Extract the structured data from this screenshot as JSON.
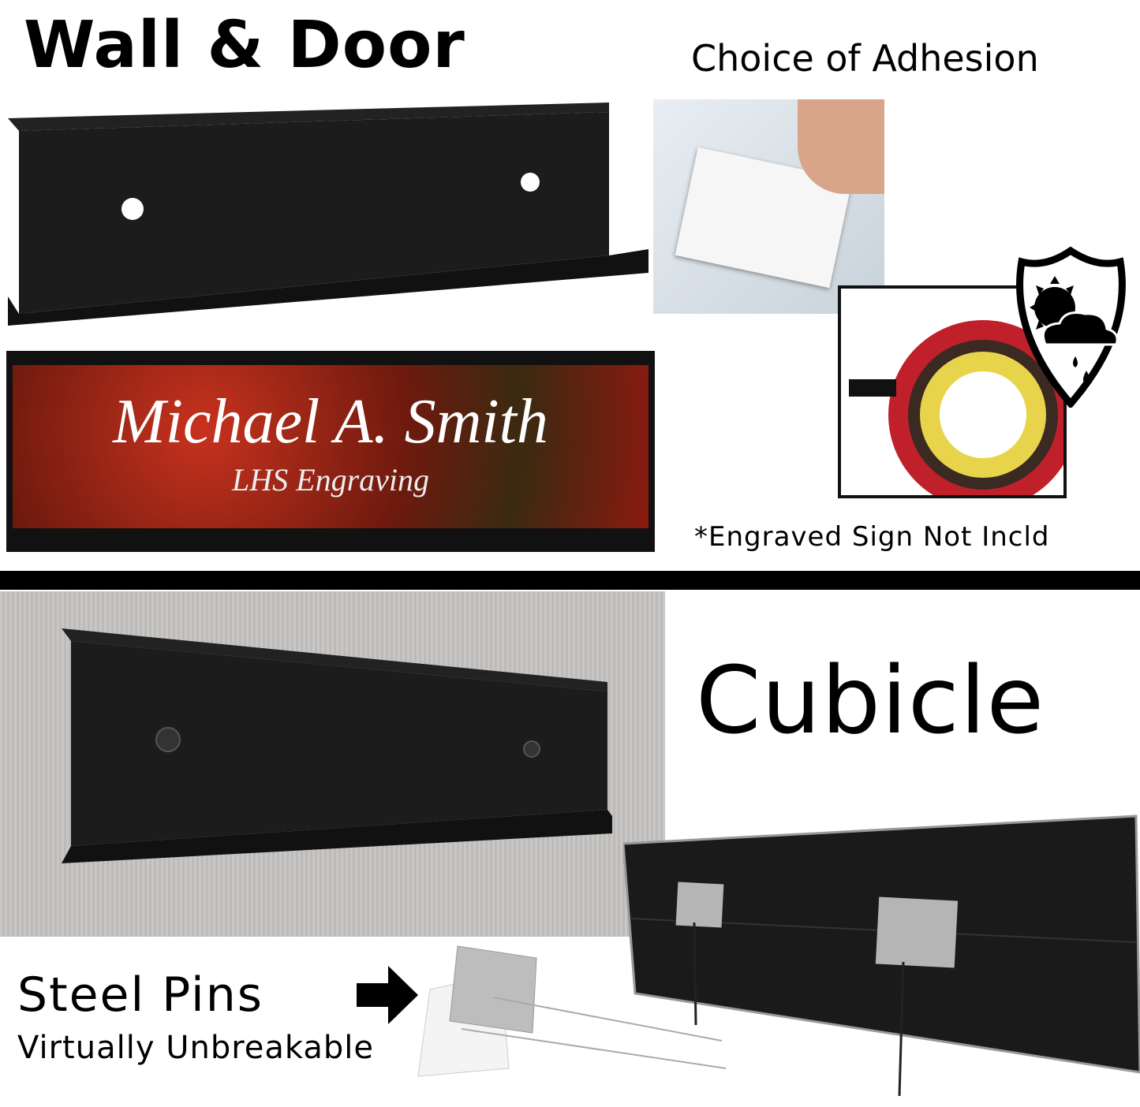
{
  "top_section": {
    "title": "Wall & Door",
    "adhesion_label": "Choice of Adhesion",
    "nameplate": {
      "name": "Michael A. Smith",
      "subtitle": "LHS Engraving"
    },
    "disclaimer": "*Engraved Sign Not Incld"
  },
  "bottom_section": {
    "title": "Cubicle",
    "pins_title": "Steel Pins",
    "pins_subtitle": "Virtually Unbreakable"
  },
  "icons": [
    "weather-shield-icon",
    "arrow-right-icon",
    "adhesive-tape-icon"
  ],
  "colors": {
    "plate": "#1a1a1a",
    "marble_red": "#8b1a10",
    "tape_red": "#c0202a",
    "wall_gray": "#c8c6c4"
  }
}
